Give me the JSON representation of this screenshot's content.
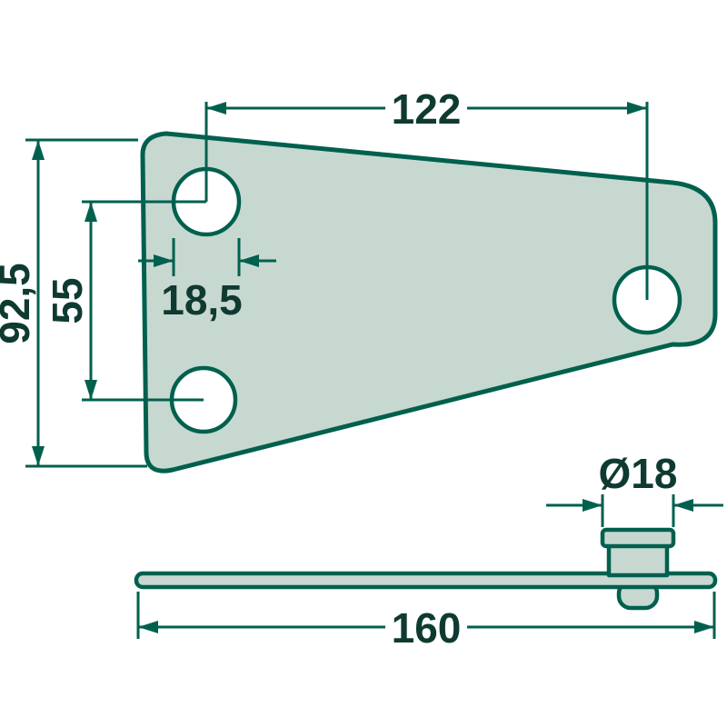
{
  "drawing": {
    "colors": {
      "line": "#00604e",
      "text": "#0f3a31",
      "plate_fill": "#c7d8d1",
      "background": "#ffffff"
    },
    "top_view": {
      "hole_pitch_horizontal": "122",
      "plate_height": "92,5",
      "hole_pitch_vertical": "55",
      "hole_diameter": "18,5"
    },
    "side_view": {
      "pin_diameter": "Ø18",
      "plate_length": "160"
    }
  }
}
